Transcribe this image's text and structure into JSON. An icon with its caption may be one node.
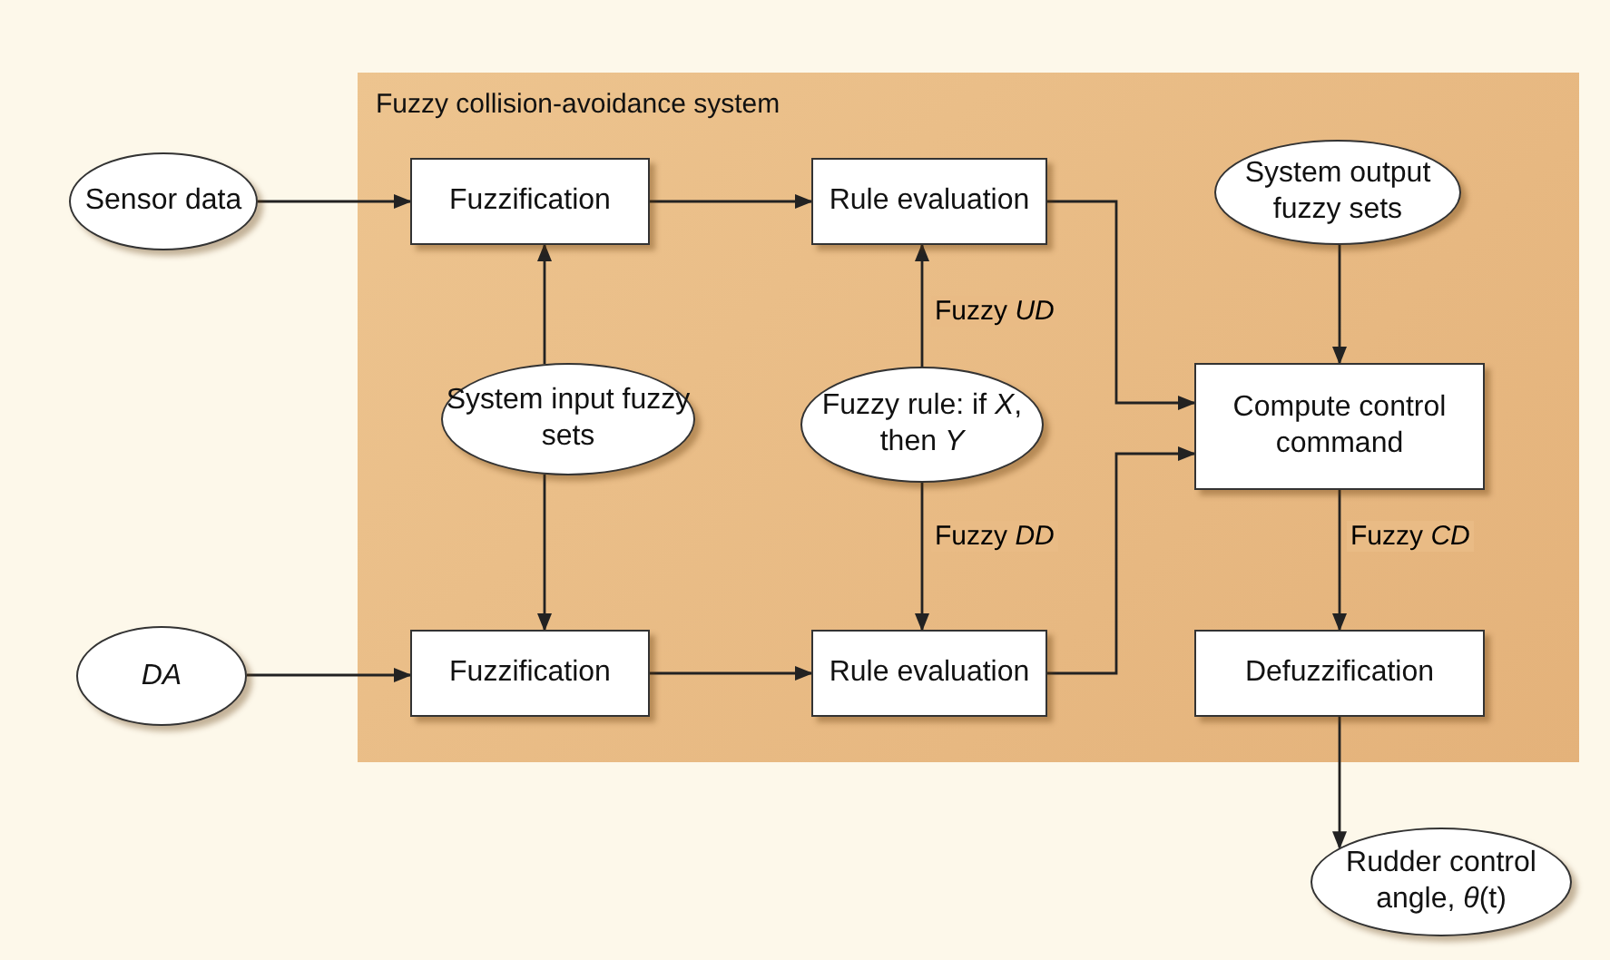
{
  "diagram": {
    "nodes": [
      {
        "text": [
          "Fuzzy collision-avoidance system"
        ]
      },
      {
        "text": [
          "Sensor data"
        ]
      },
      {
        "text": [
          "Fuzzification"
        ],
        "in": 0
      },
      {
        "text": [
          "Rule evaluation"
        ],
        "in": 0
      },
      {
        "text": [
          "System output fuzzy sets"
        ],
        "in": 0
      },
      {
        "text": [
          "System input fuzzy sets"
        ],
        "in": 0
      },
      {
        "text": [
          "Fuzzy rule: if *X*, then *Y*"
        ],
        "in": 0
      },
      {
        "text": [
          "Compute control command"
        ],
        "in": 0
      },
      {
        "text": [
          "DA"
        ]
      },
      {
        "text": [
          "Fuzzification"
        ],
        "in": 0
      },
      {
        "text": [
          "Rule evaluation"
        ],
        "in": 0
      },
      {
        "text": [
          "Defuzzification"
        ],
        "in": 0
      },
      {
        "text": [
          "Rudder control angle, *θ*(t)"
        ]
      }
    ],
    "edges": [
      {
        "from": 1,
        "to": 2,
        "arrow": "to"
      },
      {
        "from": 2,
        "to": 3,
        "arrow": "to"
      },
      {
        "from": 5,
        "to": 2,
        "arrow": "to"
      },
      {
        "from": 5,
        "to": 9,
        "arrow": "to"
      },
      {
        "from": 6,
        "to": 3,
        "arrow": "to",
        "label": "Fuzzy *UD*"
      },
      {
        "from": 6,
        "to": 10,
        "arrow": "to",
        "label": "Fuzzy *DD*"
      },
      {
        "from": 3,
        "to": 7,
        "arrow": "to"
      },
      {
        "from": 10,
        "to": 7,
        "arrow": "to"
      },
      {
        "from": 4,
        "to": 7,
        "arrow": "to"
      },
      {
        "from": 7,
        "to": 11,
        "arrow": "to",
        "label": "Fuzzy *CD*"
      },
      {
        "from": 8,
        "to": 9,
        "arrow": "to"
      },
      {
        "from": 9,
        "to": 10,
        "arrow": "to"
      },
      {
        "from": 11,
        "to": 12,
        "arrow": "to"
      }
    ]
  }
}
